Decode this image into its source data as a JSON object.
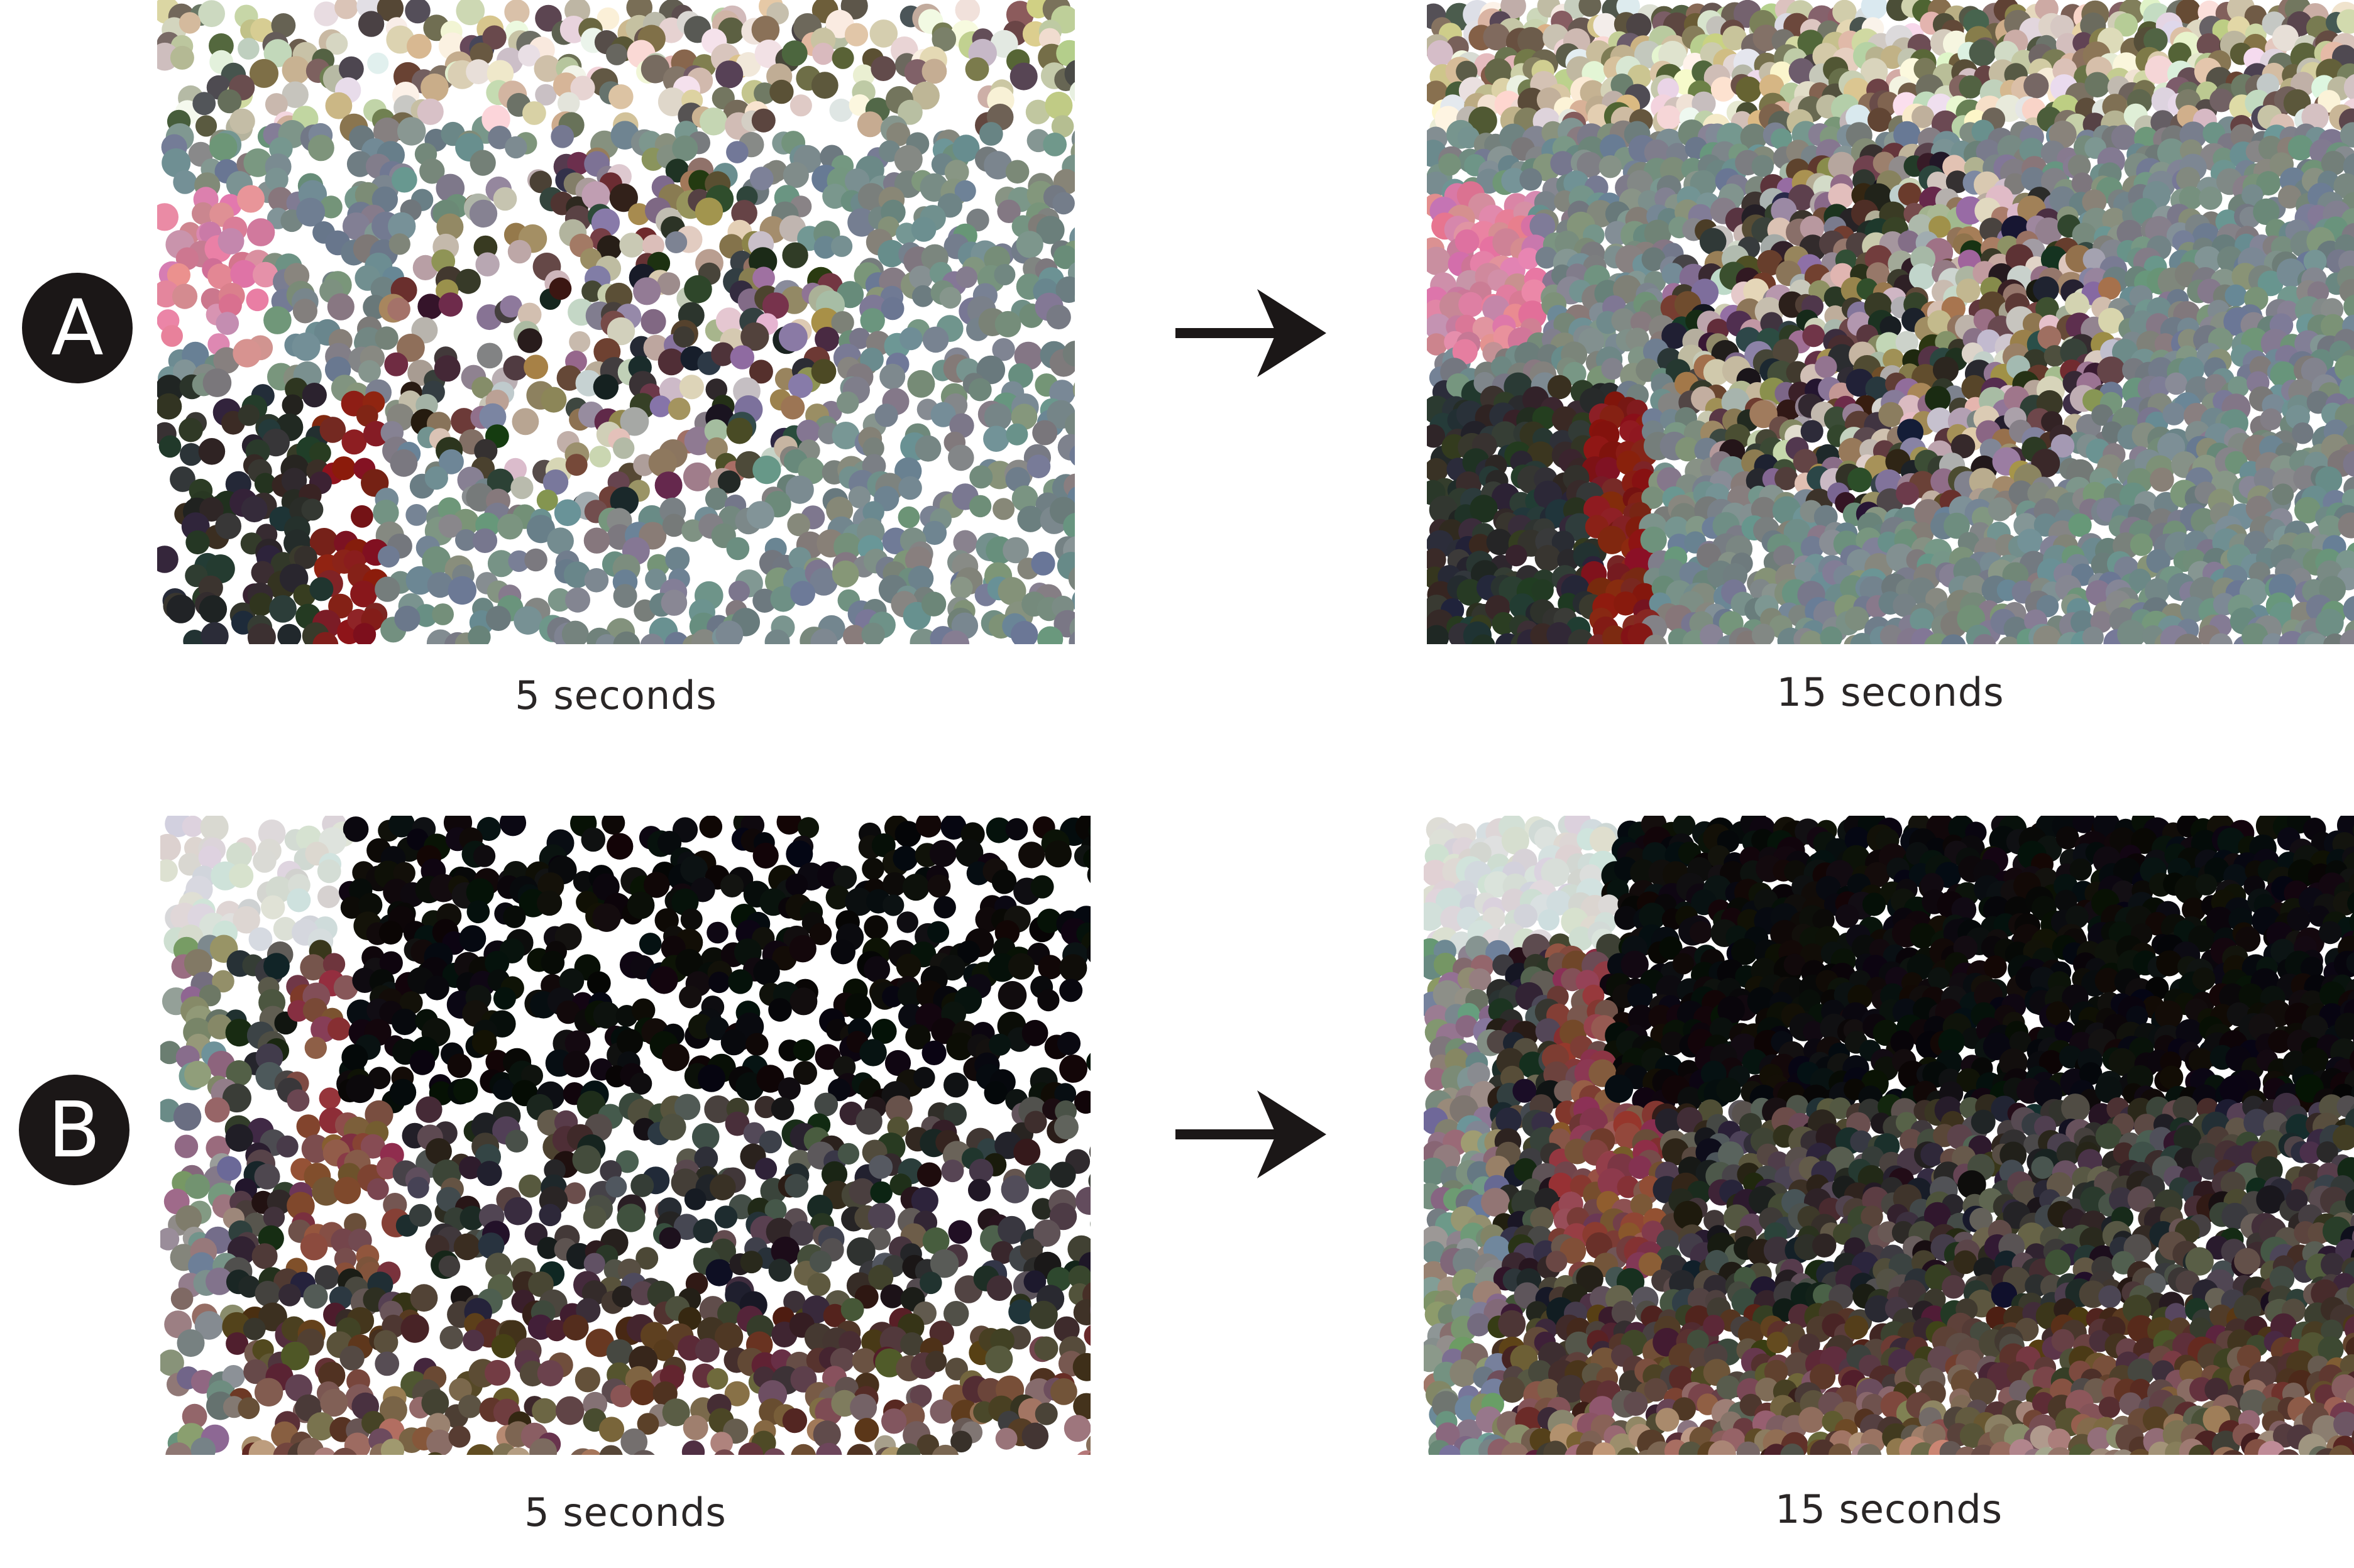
{
  "rows": [
    {
      "id": "A",
      "badge": "A",
      "before_caption": "5 seconds",
      "after_caption": "15 seconds",
      "before": {
        "scene": "pool",
        "density": 0.55
      },
      "after": {
        "scene": "pool",
        "density": 0.98
      }
    },
    {
      "id": "B",
      "badge": "B",
      "before_caption": "5 seconds",
      "after_caption": "15 seconds",
      "before": {
        "scene": "tunnel",
        "density": 0.55
      },
      "after": {
        "scene": "tunnel",
        "density": 0.98
      }
    }
  ],
  "colors": {
    "badge_bg": "#1b1717",
    "arrow": "#1b1717",
    "caption": "#2a2626"
  },
  "icons": {
    "arrow": "right-arrow-icon"
  }
}
